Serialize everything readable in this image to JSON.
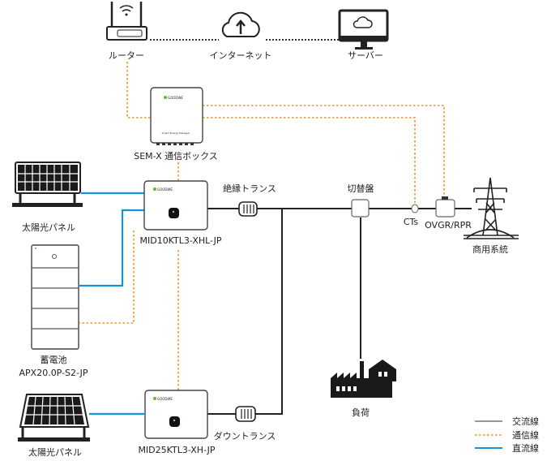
{
  "colors": {
    "ac_line": "#222222",
    "legend_ac": "#999999",
    "comm_line": "#f0922a",
    "dc_line": "#1b8fd8"
  },
  "network": {
    "router": "ルーター",
    "internet": "インターネット",
    "server": "サーバー"
  },
  "devices": {
    "sem_box": "SEM-X 通信ボックス",
    "sem_panel_text": "Smart Energy Manager",
    "brand_logo": "GOODWE",
    "inverter1": "MID10KTL3-XHL-JP",
    "inverter2": "MID25KTL3-XH-JP",
    "solar_panel_1": "太陽光パネル",
    "solar_panel_2": "太陽光パネル",
    "battery_name": "蓄電池",
    "battery_model": "APX20.0P-S2-JP",
    "isolation_transformer": "絶縁トランス",
    "step_down_transformer": "ダウントランス",
    "switchboard": "切替盤",
    "cts": "CTs",
    "ovgr": "OVGR/RPR",
    "grid": "商用系統",
    "load": "負荷"
  },
  "legend": {
    "items": [
      {
        "label": "交流線",
        "style": "solid-grey"
      },
      {
        "label": "通信線",
        "style": "dotted-orange"
      },
      {
        "label": "直流線",
        "style": "solid-blue"
      }
    ]
  }
}
